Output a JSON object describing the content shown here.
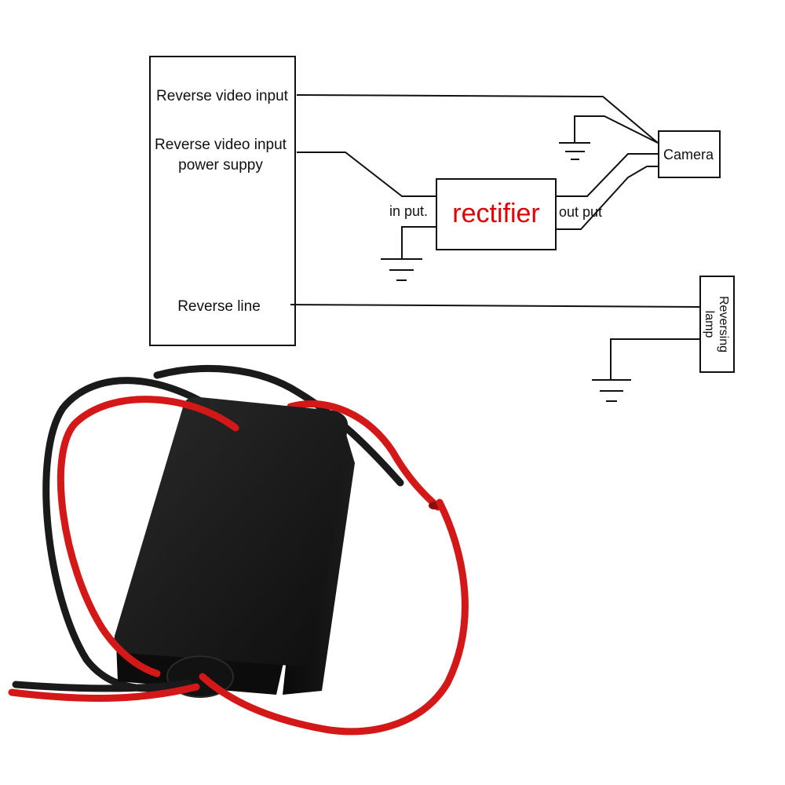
{
  "diagram": {
    "head_unit": {
      "reverse_video_input": "Reverse video input",
      "power_line1": "Reverse video input",
      "power_line2": "power suppy",
      "reverse_line": "Reverse line"
    },
    "rectifier": {
      "label": "rectifier",
      "input_label": "in put.",
      "output_label": "out put"
    },
    "camera": {
      "label": "Camera"
    },
    "reversing_lamp": {
      "line1": "Reversing",
      "line2": "lamp"
    }
  },
  "photo": {
    "subject": "black rectifier box with red and black wires",
    "colors": {
      "box": "#151515",
      "red_wire": "#d41818",
      "black_wire": "#1a1a1a",
      "accent_label": "#e00000"
    }
  }
}
